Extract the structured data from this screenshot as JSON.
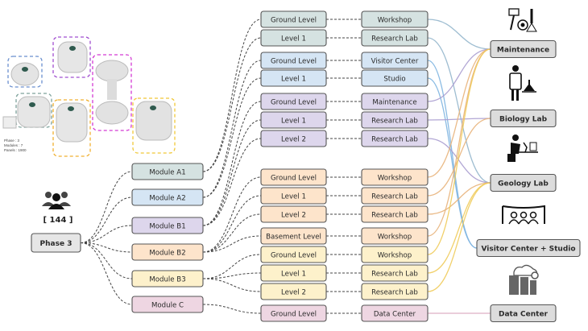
{
  "model_stats": {
    "phase": "Phase : 3",
    "modules": "Modules : 7",
    "panels": "Panels : 1900"
  },
  "occupancy": {
    "icon": "people-group-icon",
    "count": "[ 144 ]"
  },
  "phase": {
    "label": "Phase 3",
    "color": "#e6e6e6"
  },
  "destinations": [
    {
      "id": "maintenance",
      "label": "Maintenance",
      "icon": "tools-icon"
    },
    {
      "id": "biology",
      "label": "Biology Lab",
      "icon": "scientist-icon"
    },
    {
      "id": "geology",
      "label": "Geology Lab",
      "icon": "microscope-researcher-icon"
    },
    {
      "id": "visitor",
      "label": "Visitor Center + Studio",
      "icon": "audience-screen-icon"
    },
    {
      "id": "data",
      "label": "Data Center",
      "icon": "server-cloud-icon"
    }
  ],
  "modules": [
    {
      "label": "Module A1",
      "color": "#d5e2e1",
      "line": "#94b6cc",
      "levels": [
        {
          "level": "Ground Level",
          "program": "Workshop",
          "target": "maintenance"
        },
        {
          "level": "Level 1",
          "program": "Research Lab",
          "target": "geology"
        }
      ]
    },
    {
      "label": "Module A2",
      "color": "#d5e5f4",
      "line": "#7db4e0",
      "levels": [
        {
          "level": "Ground Level",
          "program": "Visitor Center",
          "target": "visitor"
        },
        {
          "level": "Level 1",
          "program": "Studio",
          "target": "visitor"
        }
      ]
    },
    {
      "label": "Module B1",
      "color": "#ddd6ec",
      "line": "#a99ccf",
      "levels": [
        {
          "level": "Ground Level",
          "program": "Maintenance",
          "target": "maintenance"
        },
        {
          "level": "Level 1",
          "program": "Research Lab",
          "target": "biology"
        },
        {
          "level": "Level 2",
          "program": "Research Lab",
          "target": "geology"
        }
      ]
    },
    {
      "label": "Module B2",
      "color": "#fde4cb",
      "line": "#e8b27a",
      "levels": [
        {
          "level": "Ground Level",
          "program": "Workshop",
          "target": "maintenance"
        },
        {
          "level": "Level 1",
          "program": "Research Lab",
          "target": "biology"
        },
        {
          "level": "Level 2",
          "program": "Research Lab",
          "target": "geology"
        },
        {
          "level": "Basement Level",
          "program": "Workshop",
          "target": "maintenance"
        }
      ]
    },
    {
      "label": "Module B3",
      "color": "#fdf1cb",
      "line": "#f0cb5a",
      "levels": [
        {
          "level": "Ground Level",
          "program": "Workshop",
          "target": "maintenance"
        },
        {
          "level": "Level 1",
          "program": "Research Lab",
          "target": "geology"
        },
        {
          "level": "Level 2",
          "program": "Research Lab",
          "target": "geology"
        }
      ]
    },
    {
      "label": "Module C",
      "color": "#eed6e2",
      "line": "#d9a6bd",
      "levels": [
        {
          "level": "Ground Level",
          "program": "Data Center",
          "target": "data"
        }
      ]
    }
  ]
}
